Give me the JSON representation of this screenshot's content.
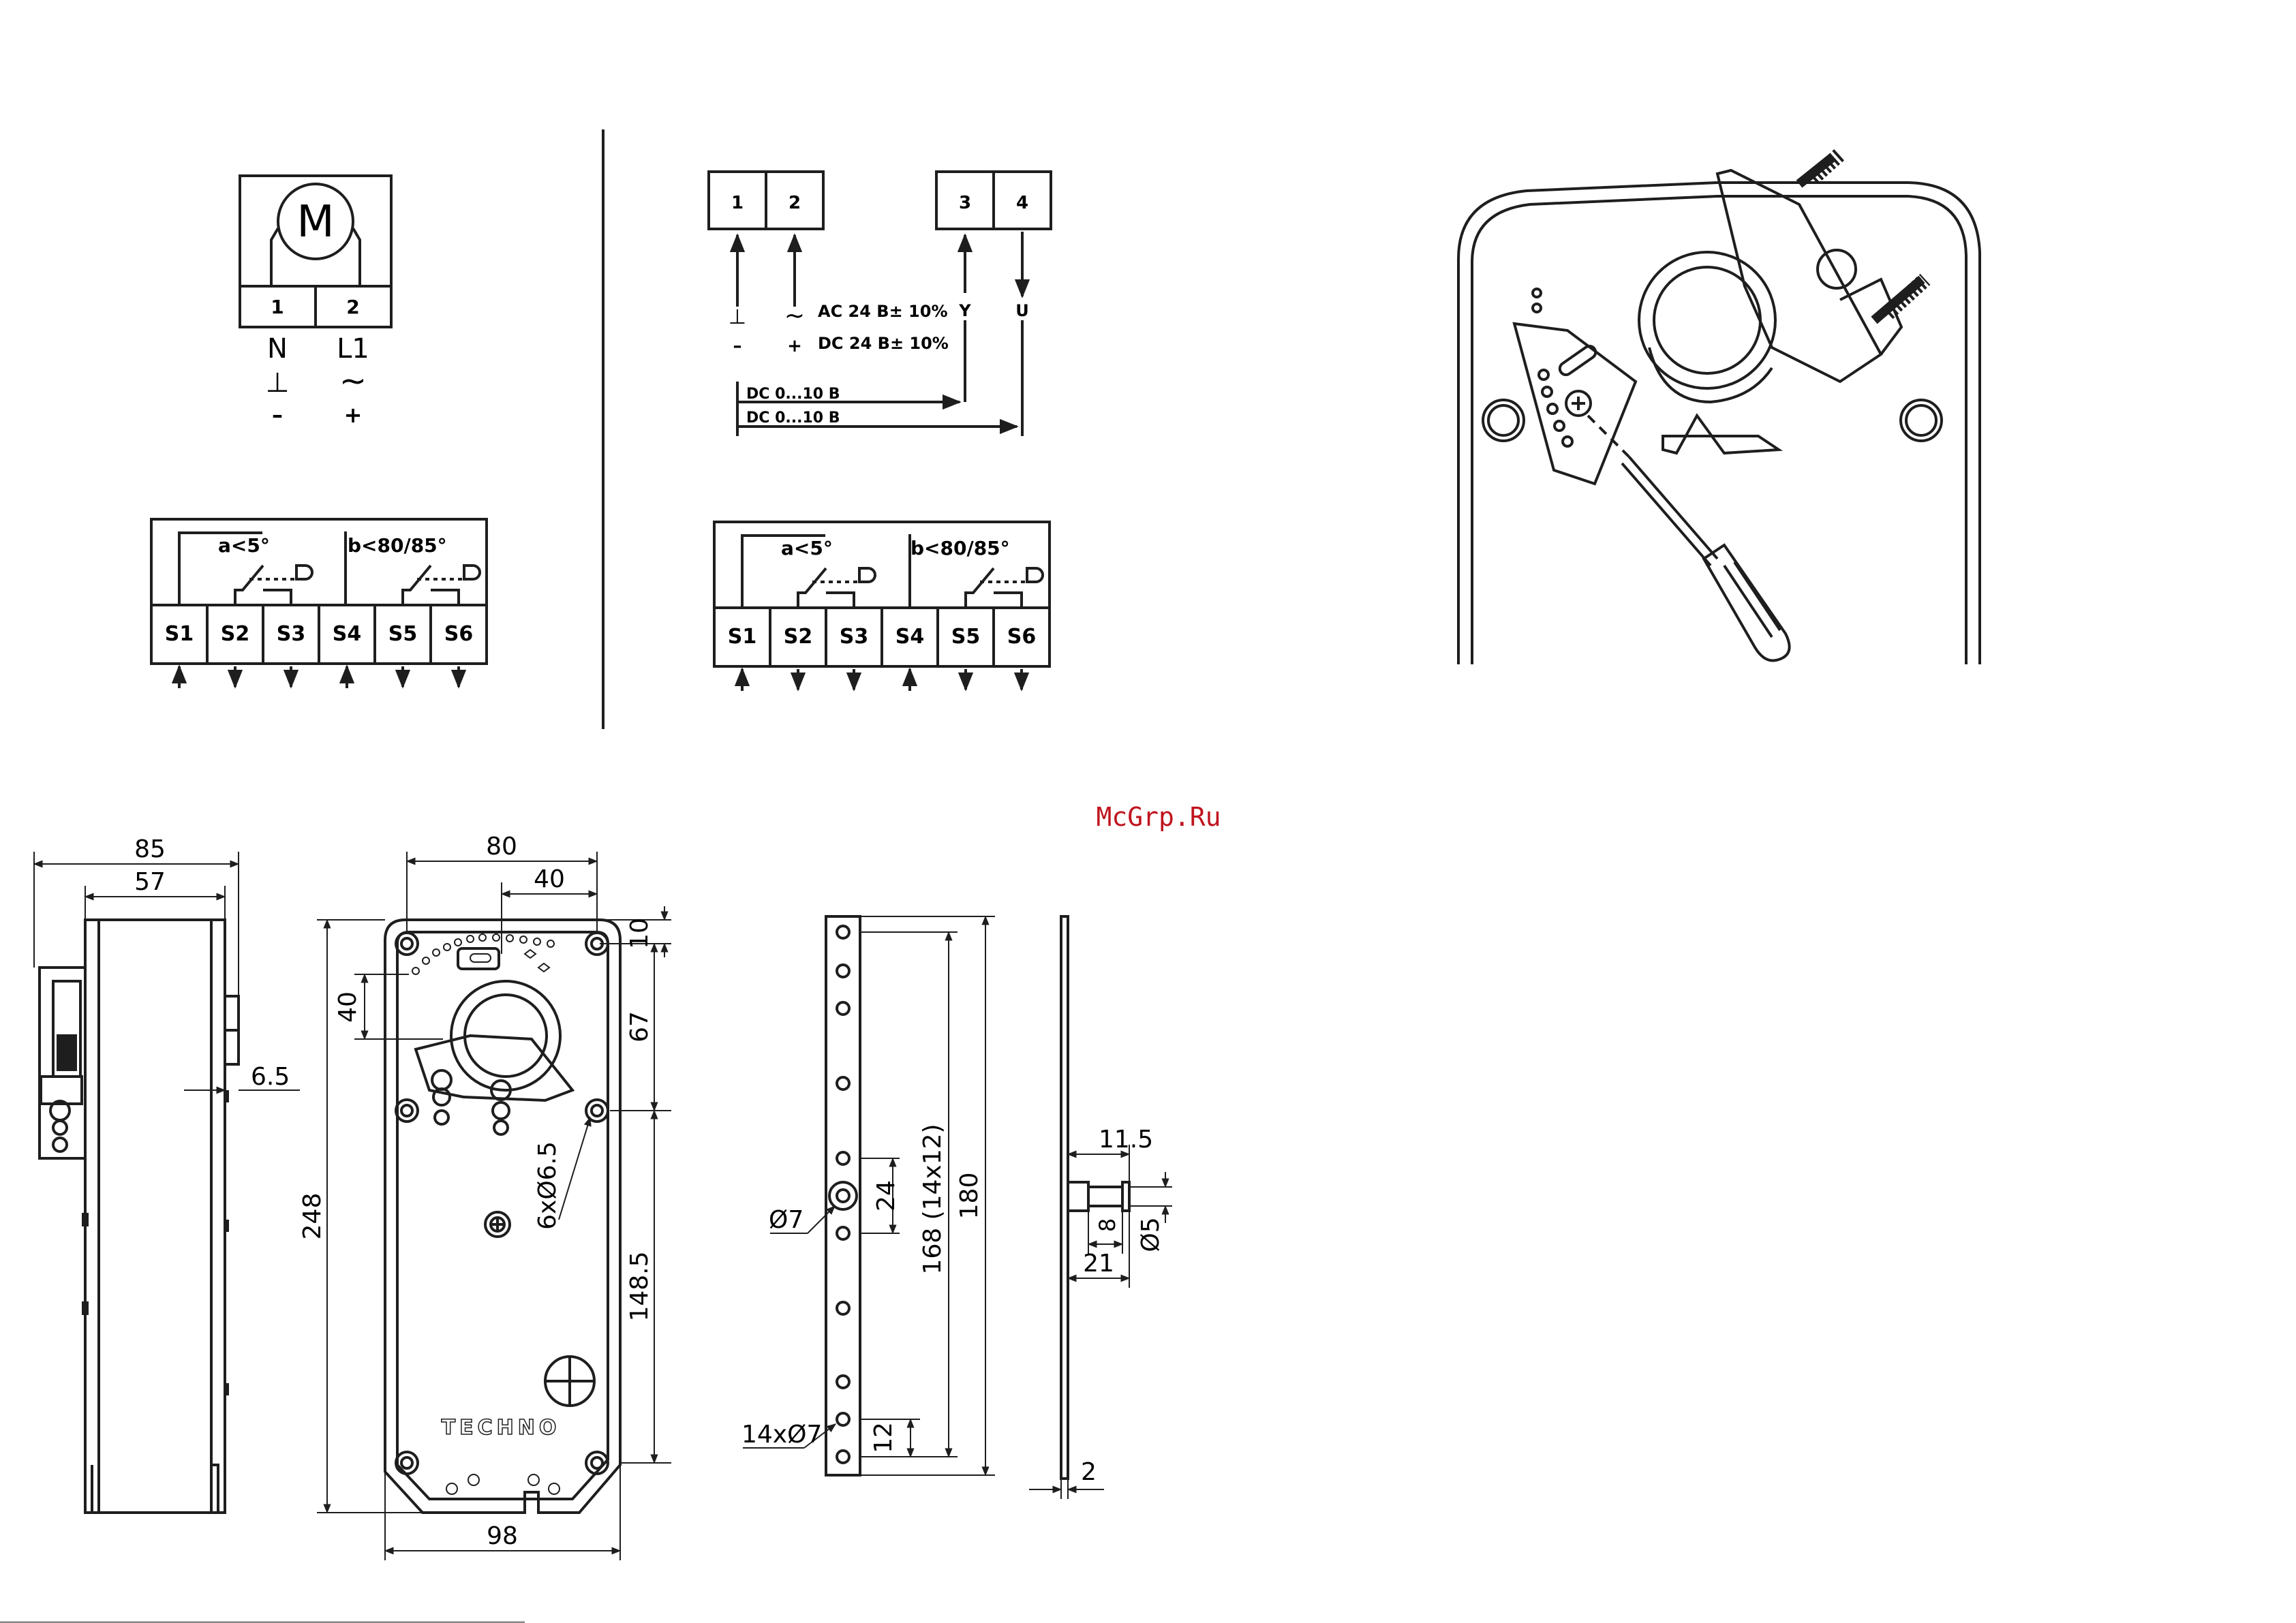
{
  "watermark": "McGrp.Ru",
  "brand": "TECHNO",
  "colors": {
    "line": "#1e1e1e",
    "watermark": "#c0141e",
    "screen": "#888888"
  },
  "wiring_onoff": {
    "motor": "M",
    "terminals": [
      "1",
      "2"
    ],
    "names": [
      "N",
      "L1"
    ],
    "sym_row1": [
      "⊥",
      "~"
    ],
    "sym_row2": [
      "–",
      "+"
    ]
  },
  "wiring_mod": {
    "terminals": [
      "1",
      "2",
      "3",
      "4"
    ],
    "sym_row1": [
      "⊥",
      "~"
    ],
    "sym_row2": [
      "–",
      "+"
    ],
    "supply_ac": "AC 24 B± 10%",
    "supply_dc": "DC 24 B± 10%",
    "signal_y": "Y",
    "signal_u": "U",
    "dc_signal_1": "DC 0...10 B",
    "dc_signal_2": "DC 0...10 B"
  },
  "switches": {
    "contacts": [
      "S1",
      "S2",
      "S3",
      "S4",
      "S5",
      "S6"
    ],
    "switch_a": "a<5°",
    "switch_b": "b<80/85°"
  },
  "dims_side": {
    "width_total": "85",
    "width_inner": "57",
    "offset": "6.5"
  },
  "dims_front": {
    "width_top": "80",
    "half_width": "40",
    "top_offset": "10",
    "hole_spacing": "67",
    "left_40": "40",
    "height": "248",
    "lower_spacing": "148.5",
    "holes": "6xØ6.5",
    "width_bottom": "98"
  },
  "dims_bracket": {
    "hole_big": "Ø7",
    "pitch_24": "24",
    "span_168": "168 (14x12)",
    "length": "180",
    "holes": "14xØ7",
    "pitch_12": "12"
  },
  "dims_pin": {
    "d_11_5": "11.5",
    "d_8": "8",
    "d_5": "Ø5",
    "d_21": "21",
    "thickness": "2"
  }
}
